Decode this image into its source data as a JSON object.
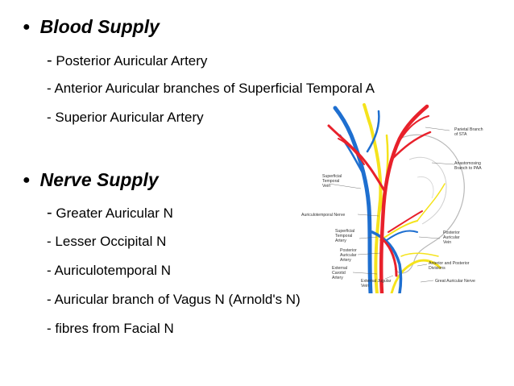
{
  "sections": [
    {
      "heading": "Blood Supply",
      "items": [
        {
          "dash": "-",
          "text": "Posterior Auricular Artery"
        },
        {
          "dash": "-",
          "text": "Anterior Auricular branches of Superficial Temporal A"
        },
        {
          "dash": "-",
          "text": "Superior Auricular Artery"
        }
      ]
    },
    {
      "heading": "Nerve Supply",
      "items": [
        {
          "dash": "-",
          "text": "Greater Auricular N"
        },
        {
          "dash": "-",
          "text": "Lesser Occipital N"
        },
        {
          "dash": "-",
          "text": "Auriculotemporal N"
        },
        {
          "dash": "-",
          "text": "Auricular branch of Vagus N (Arnold's N)"
        },
        {
          "dash": "-",
          "text": "fibres from Facial N"
        }
      ]
    }
  ],
  "figure": {
    "labels": [
      "Parietal Branch",
      "of STA",
      "Anastomosing",
      "Branch to PAA",
      "Superficial",
      "Temporal",
      "Vein",
      "Auriculotemporal Nerve",
      "Superficial",
      "Temporal",
      "Artery",
      "Posterior",
      "Auricular",
      "Vein",
      "Posterior",
      "Auricular",
      "Artery",
      "External",
      "Carotid",
      "Artery",
      "External Jugular",
      "Vein",
      "Anterior and Posterior",
      "Divisions",
      "Great Auricular Nerve"
    ],
    "colors": {
      "artery": "#e8212b",
      "vein": "#1e6fd0",
      "nerve": "#f5e31c"
    }
  }
}
